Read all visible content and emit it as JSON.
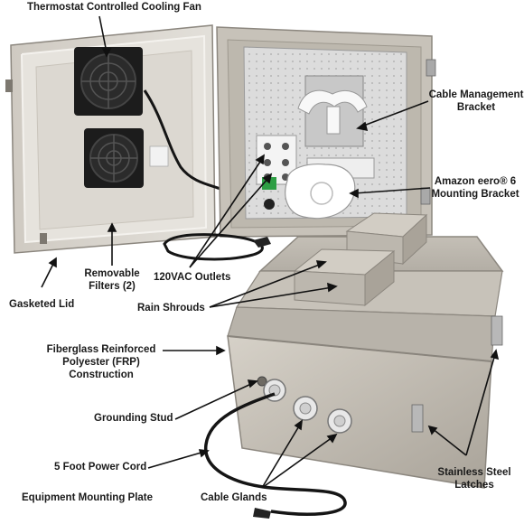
{
  "labels": {
    "fan": "Thermostat Controlled Cooling Fan",
    "cable_bracket": "Cable Management\nBracket",
    "eero_bracket": "Amazon eero® 6\nMounting Bracket",
    "filters": "Removable\nFilters (2)",
    "outlets": "120VAC Outlets",
    "gasket": "Gasketed Lid",
    "shrouds": "Rain Shrouds",
    "frp": "Fiberglass Reinforced\nPolyester (FRP)\nConstruction",
    "ground": "Grounding Stud",
    "cord": "5 Foot Power Cord",
    "plate": "Equipment Mounting Plate",
    "glands": "Cable Glands",
    "latches": "Stainless Steel\nLatches"
  },
  "colors": {
    "enclosure": "#c9c4bb",
    "enclosure_dark": "#9e998f",
    "interior": "#dedbd4",
    "fan": "#1c1c1c",
    "cable": "#151515",
    "text": "#1a1a1a"
  }
}
